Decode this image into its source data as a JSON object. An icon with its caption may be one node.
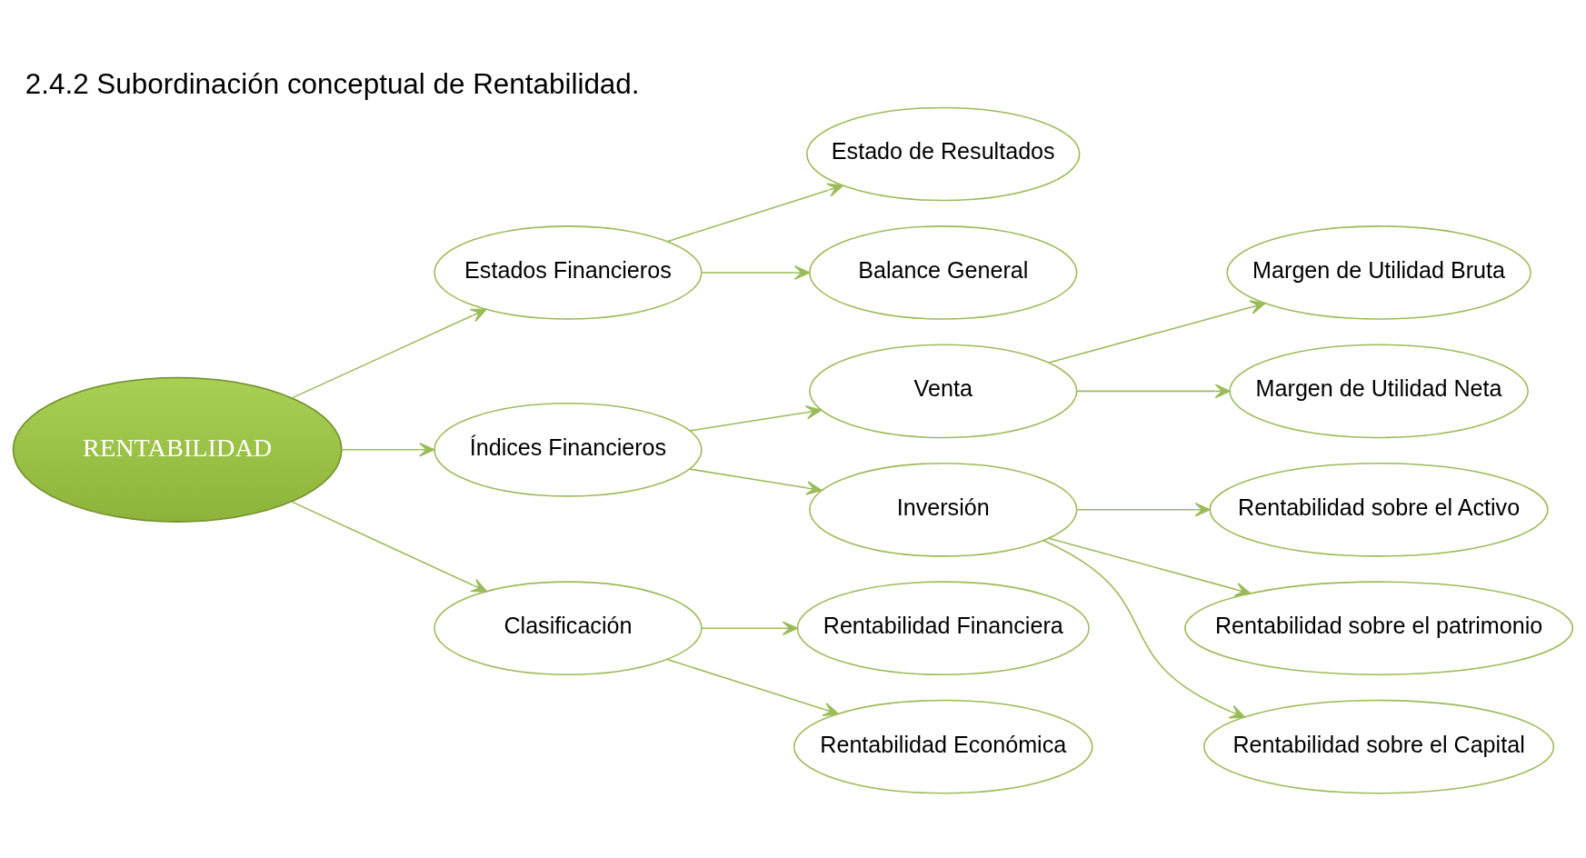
{
  "diagram": {
    "title": "2.4.2 Subordinación conceptual de Rentabilidad.",
    "nodes": [
      {
        "text": [
          "RENTABILIDAD"
        ]
      },
      {
        "text": [
          "Estados Financieros"
        ]
      },
      {
        "text": [
          "Índices Financieros"
        ]
      },
      {
        "text": [
          "Clasificación"
        ]
      },
      {
        "text": [
          "Estado de Resultados"
        ]
      },
      {
        "text": [
          "Balance General"
        ]
      },
      {
        "text": [
          "Venta"
        ]
      },
      {
        "text": [
          "Inversión"
        ]
      },
      {
        "text": [
          "Margen de Utilidad Bruta"
        ]
      },
      {
        "text": [
          "Margen de Utilidad Neta"
        ]
      },
      {
        "text": [
          "Rentabilidad sobre el Activo"
        ]
      },
      {
        "text": [
          "Rentabilidad sobre el patrimonio"
        ]
      },
      {
        "text": [
          "Rentabilidad sobre el Capital"
        ]
      },
      {
        "text": [
          "Rentabilidad Financiera"
        ]
      },
      {
        "text": [
          "Rentabilidad Económica"
        ]
      }
    ],
    "edges": [
      {
        "from": 0,
        "to": 1,
        "arrow": "to"
      },
      {
        "from": 0,
        "to": 2,
        "arrow": "to"
      },
      {
        "from": 0,
        "to": 3,
        "arrow": "to"
      },
      {
        "from": 1,
        "to": 4,
        "arrow": "to"
      },
      {
        "from": 1,
        "to": 5,
        "arrow": "to"
      },
      {
        "from": 2,
        "to": 6,
        "arrow": "to"
      },
      {
        "from": 2,
        "to": 7,
        "arrow": "to"
      },
      {
        "from": 6,
        "to": 8,
        "arrow": "to"
      },
      {
        "from": 6,
        "to": 9,
        "arrow": "to"
      },
      {
        "from": 7,
        "to": 10,
        "arrow": "to"
      },
      {
        "from": 7,
        "to": 11,
        "arrow": "to"
      },
      {
        "from": 7,
        "to": 12,
        "arrow": "to"
      },
      {
        "from": 3,
        "to": 13,
        "arrow": "to"
      },
      {
        "from": 3,
        "to": 14,
        "arrow": "to"
      }
    ]
  }
}
